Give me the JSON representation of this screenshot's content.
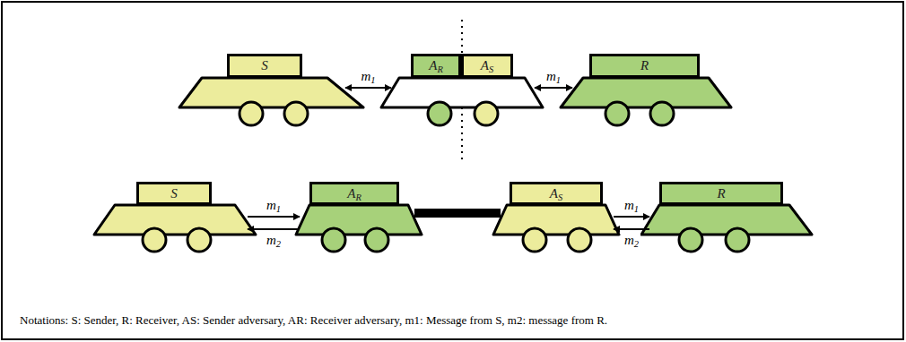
{
  "diagram": {
    "caption": "Notations: S: Sender, R: Receiver, AS: Sender adversary, AR: Receiver adversary, m1: Message from S, m2: message from R.",
    "nodes": [
      {
        "text": [
          "S"
        ]
      },
      {
        "text": [
          "AR"
        ]
      },
      {
        "text": [
          "AS"
        ]
      },
      {
        "text": [
          "R"
        ]
      },
      {
        "text": [
          "S"
        ]
      },
      {
        "text": [
          "AR"
        ]
      },
      {
        "text": [
          "AS"
        ]
      },
      {
        "text": [
          "R"
        ]
      }
    ],
    "edges": [
      {
        "from": 0,
        "to": 1,
        "arrow": "both",
        "label": "m1"
      },
      {
        "from": 2,
        "to": 3,
        "arrow": "both",
        "label": "m1"
      },
      {
        "from": 4,
        "to": 5,
        "arrow": "to",
        "label": "m1"
      },
      {
        "from": 5,
        "to": 4,
        "arrow": "to",
        "label": "m2"
      },
      {
        "from": 5,
        "to": 6,
        "arrow": "none"
      },
      {
        "from": 6,
        "to": 7,
        "arrow": "to",
        "label": "m1"
      },
      {
        "from": 7,
        "to": 6,
        "arrow": "to",
        "label": "m2"
      }
    ]
  }
}
